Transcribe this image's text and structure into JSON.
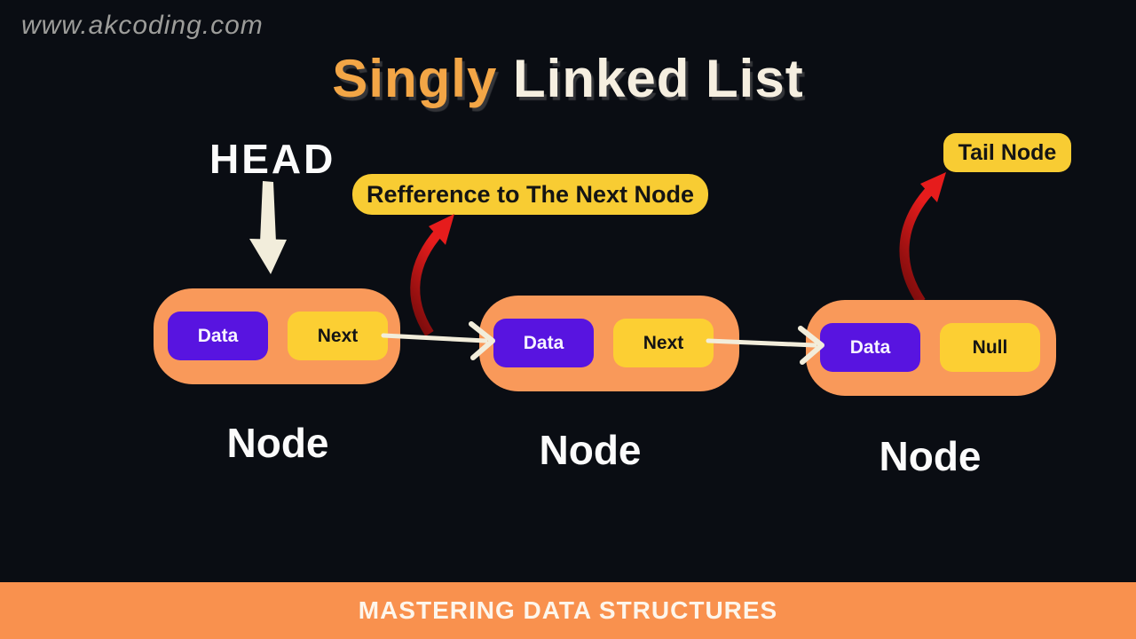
{
  "watermark": "www.akcoding.com",
  "title": {
    "accent": "Singly",
    "rest": "Linked List"
  },
  "labels": {
    "head": "HEAD",
    "reference": "Refference to The Next Node",
    "tail": "Tail Node"
  },
  "nodes": [
    {
      "data_label": "Data",
      "pointer_label": "Next",
      "caption": "Node"
    },
    {
      "data_label": "Data",
      "pointer_label": "Next",
      "caption": "Node"
    },
    {
      "data_label": "Data",
      "pointer_label": "Null",
      "caption": "Node"
    }
  ],
  "footer": {
    "text": "MASTERING DATA STRUCTURES"
  },
  "colors": {
    "background": "#0a0d13",
    "title_accent": "#f3a646",
    "title_rest": "#f6efe0",
    "node_orange": "#f9995a",
    "data_purple": "#5814e0",
    "pointer_yellow": "#fccf33",
    "label_yellow": "#f8cc33",
    "footer_orange": "#f9914e",
    "connector_cream": "#f2eddb",
    "red_arrow": "#e61c1c"
  }
}
